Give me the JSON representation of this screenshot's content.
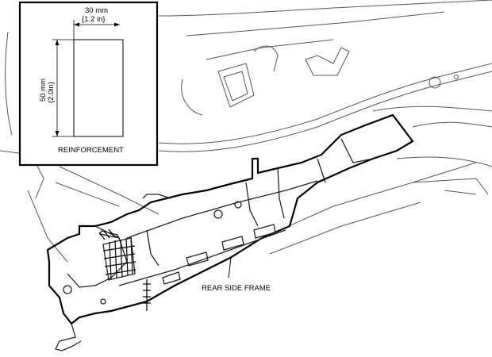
{
  "inset": {
    "width_dimension": "30 mm",
    "width_dimension_in": "{1.2 in}",
    "height_dimension": "50 mm",
    "height_dimension_in": "{2.0in}",
    "caption": "REINFORCEMENT"
  },
  "callouts": {
    "rear_side_frame": "REAR SIDE FRAME"
  }
}
